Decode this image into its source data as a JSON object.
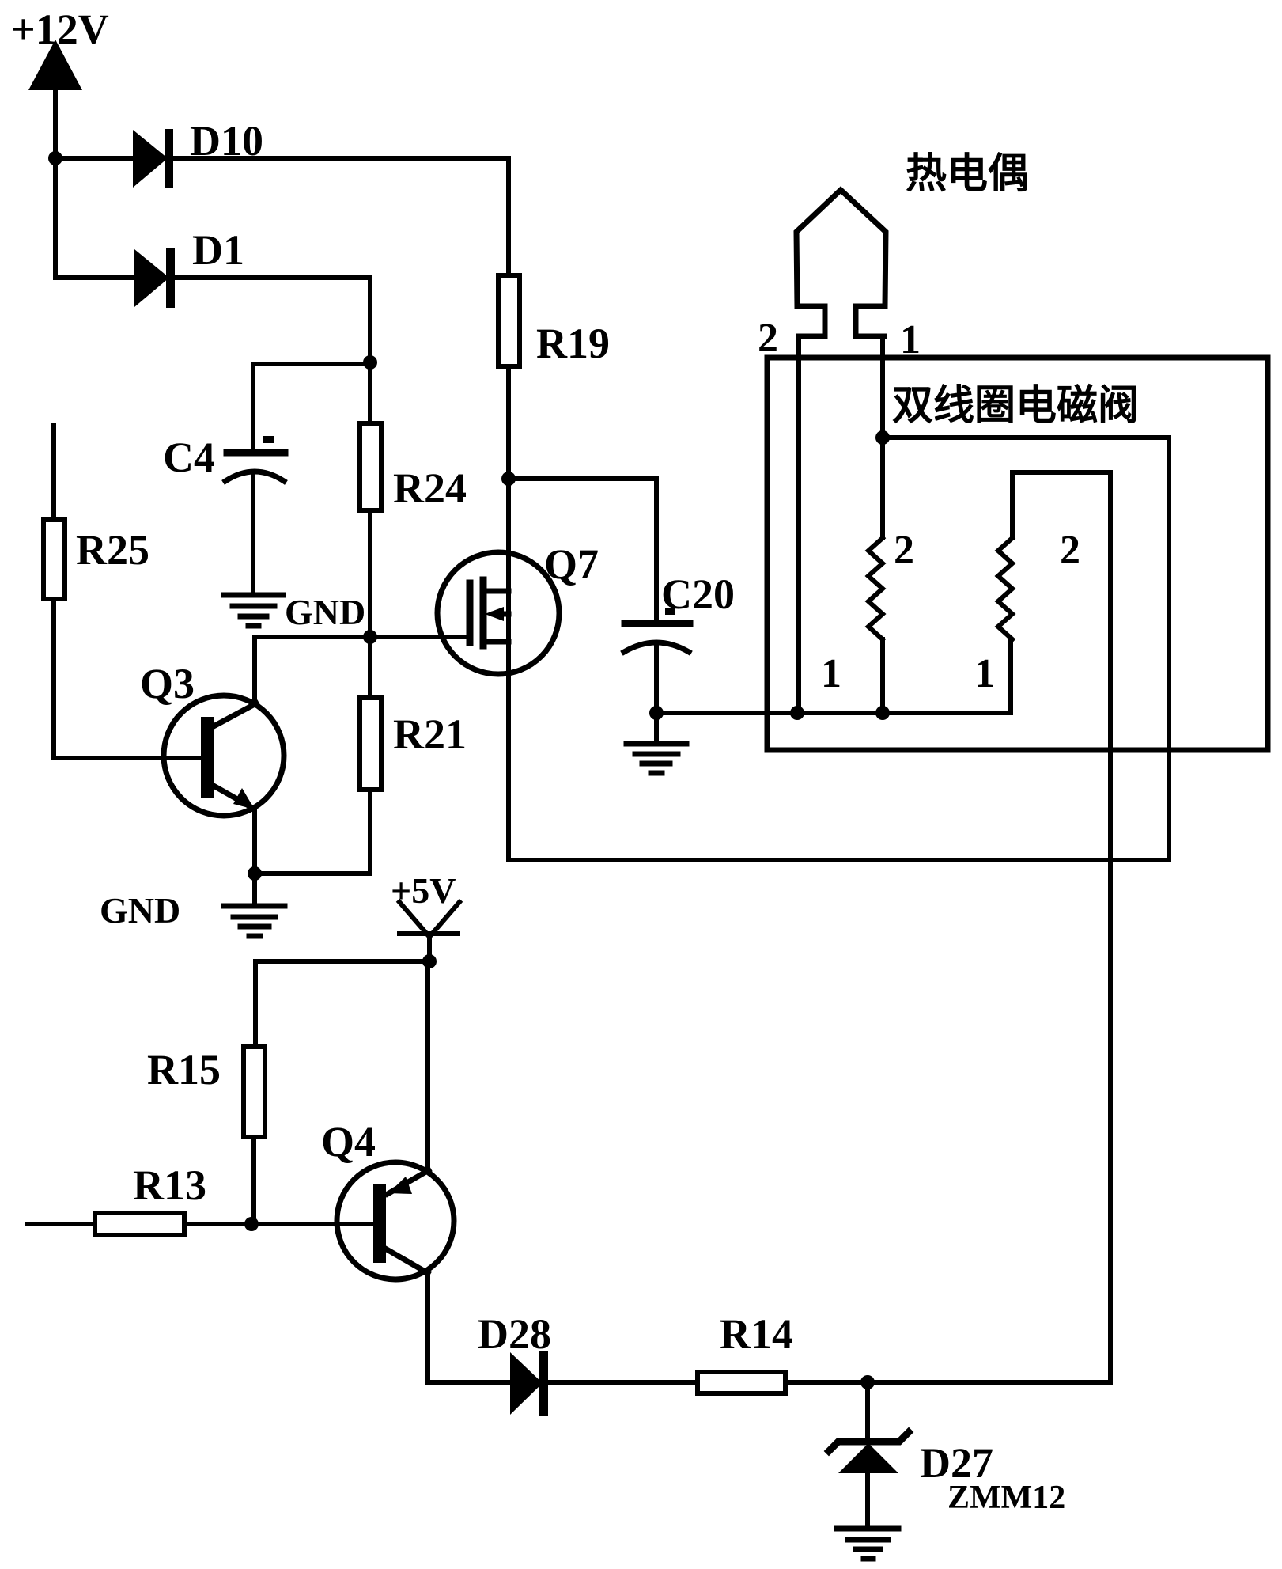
{
  "diagram": {
    "kind": "circuit-schematic",
    "colors": {
      "ink": "#000000",
      "background": "#ffffff"
    }
  },
  "labels": {
    "v12": "+12V",
    "v5": "+5V",
    "d10": "D10",
    "d1": "D1",
    "r19": "R19",
    "r24": "R24",
    "r25": "R25",
    "c4": "C4",
    "gnd_c4": "GND",
    "q3": "Q3",
    "r21": "R21",
    "gnd_q3": "GND",
    "q7": "Q7",
    "c20": "C20",
    "thermocouple": "热电偶",
    "solenoid": "双线圈电磁阀",
    "thermo_pin2": "2",
    "thermo_pin1": "1",
    "coil1_pin2": "2",
    "coil1_pin1": "1",
    "coil2_pin2": "2",
    "coil2_pin1": "1",
    "r15": "R15",
    "r13": "R13",
    "q4": "Q4",
    "d28": "D28",
    "r14": "R14",
    "d27": "D27",
    "d27_part": "ZMM12"
  }
}
